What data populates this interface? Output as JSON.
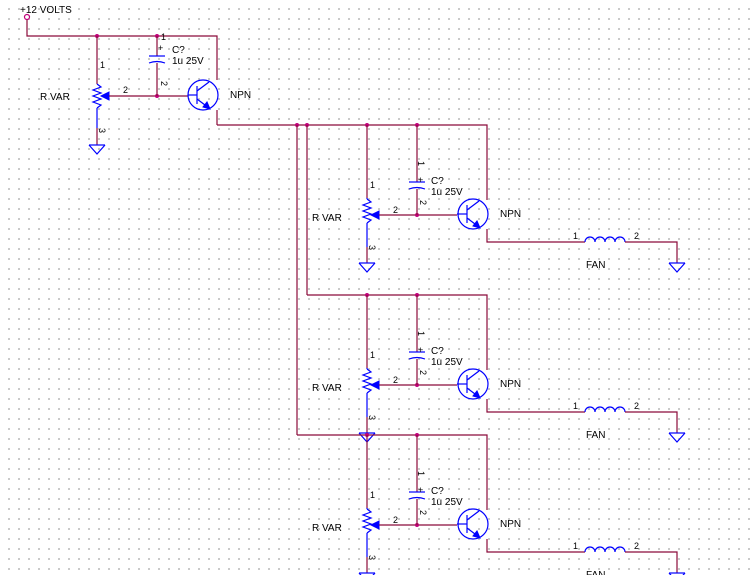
{
  "supply": {
    "label": "+12 VOLTS"
  },
  "colors": {
    "wire": "#8b0a3a",
    "component": "#0000ff",
    "node": "#c0007a",
    "grid": "#bdbdbd"
  },
  "labels": {
    "cap_ref": "C?",
    "cap_value": "1u 25V",
    "cap_plus": "+",
    "transistor": "NPN",
    "resistor": "R VAR",
    "fan": "FAN",
    "pin1": "1",
    "pin2": "2",
    "pin3": "3"
  }
}
